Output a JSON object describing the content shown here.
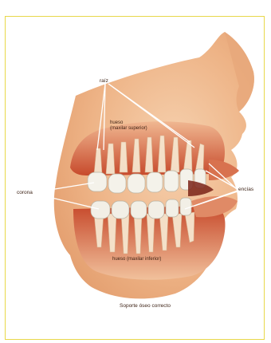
{
  "labels": {
    "raiz": "raíz",
    "hueso_superior_line1": "hueso",
    "hueso_superior_line2": "(maxilar superior)",
    "corona": "corona",
    "encias": "encías",
    "hueso_inferior": "hueso (maxilar inferior)",
    "caption": "Soporte óseo correcto"
  },
  "colors": {
    "frame": "#e8d84a",
    "tissue_light": "#f3c9a4",
    "tissue_dark": "#d98a5c",
    "gum": "#c2502f",
    "tooth": "#f4f2ea",
    "label_line": "#ffffff"
  }
}
